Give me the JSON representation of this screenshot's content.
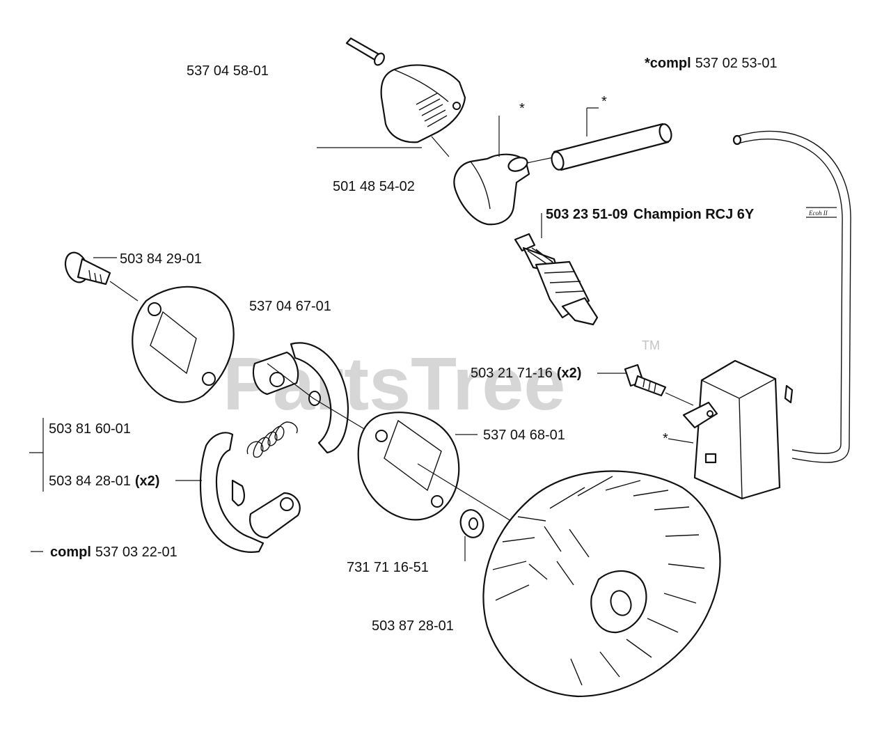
{
  "watermark": {
    "text": "PartsTree",
    "tm": "TM"
  },
  "labels": {
    "cover": "537 04 58-01",
    "compl_star_bold": "*compl",
    "compl_star_num": "537 02 53-01",
    "star": "*",
    "plug_boot": "501 48 54-02",
    "spark_plug_num": "503 23 51-09",
    "spark_plug_name": "Champion RCJ 6Y",
    "spark_plug_badge": "Ecoh II",
    "screw_top": "503 84 29-01",
    "clutch_plate_top": "537 04 67-01",
    "screw_module_num": "503 21 71-16",
    "x2": "(x2)",
    "spring_group_1": "503 81 60-01",
    "spring_group_2": "503 84 28-01",
    "clutch_plate_mid": "537 04 68-01",
    "compl_bold": "compl",
    "compl_num": "537 03 22-01",
    "washer": "731 71 16-51",
    "flywheel": "503 87 28-01"
  }
}
